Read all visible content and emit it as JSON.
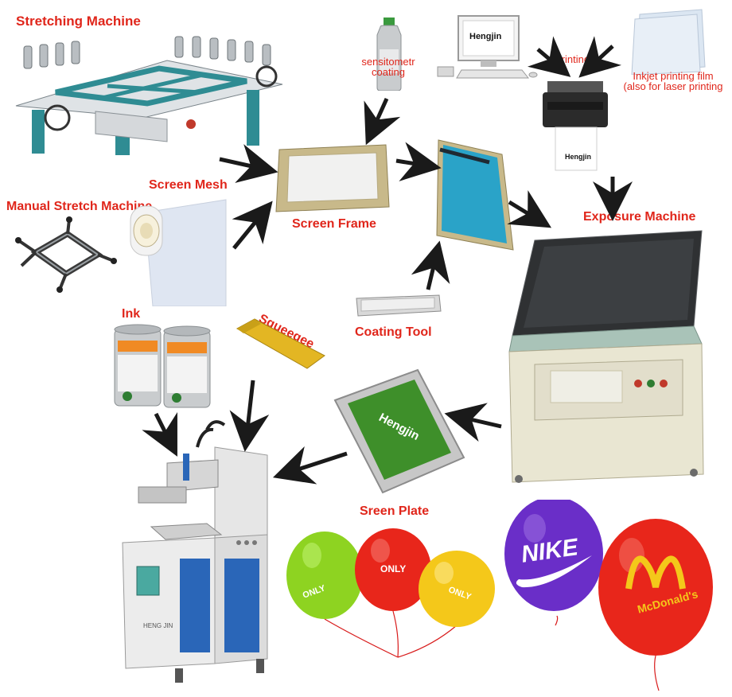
{
  "labels": {
    "stretching_machine": "Stretching Machine",
    "manual_stretch_machine": "Manual Stretch Machine",
    "screen_mesh": "Screen Mesh",
    "screen_frame": "Screen Frame",
    "sensitometr_line1": "sensitometr",
    "sensitometr_line2": "coating",
    "printing": "Printing",
    "inkjet_line1": "Inkjet printing film",
    "inkjet_line2": "(also for laser printing",
    "exposure_machine": "Exposure Machine",
    "coating_tool": "Coating Tool",
    "ink": "Ink",
    "squeegee": "Squeegee",
    "sreen_plate": "Sreen Plate"
  },
  "brand": {
    "monitor_text": "Hengjin",
    "printer_text": "Hengjin",
    "plate_text": "Hengjin",
    "pad_printer_text": "HENG JIN"
  },
  "balloons": {
    "nike": "NIKE",
    "mcdonalds": "McDonald's",
    "only_1": "ONLY",
    "only_2": "ONLY",
    "only_3": "ONLY"
  },
  "colors": {
    "label_red": "#e0261b",
    "arrow": "#1a1a1a",
    "machine_teal": "#2f8c93",
    "coated_blue": "#2aa3c8",
    "exposure_body": "#e9e6d2",
    "plate_green": "#3e8f2a",
    "pad_blue": "#2a66b8",
    "balloon_green": "#8ed321",
    "balloon_red": "#e8261b",
    "balloon_yellow": "#f4c81a",
    "balloon_purple": "#6a2ec8"
  }
}
